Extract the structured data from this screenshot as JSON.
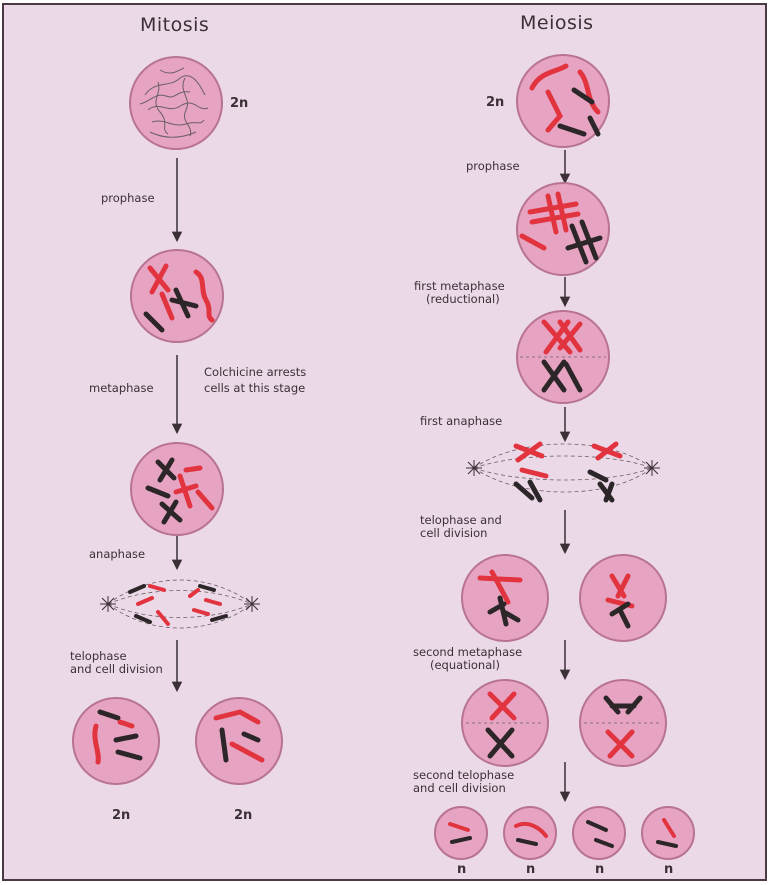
{
  "colors": {
    "background": "#ecd9e8",
    "cell_fill": "#e6a4c2",
    "cell_stroke": "#b7738f",
    "maternal_chromosome": "#e2343f",
    "paternal_chromosome": "#2c2628",
    "arrow": "#3a3036"
  },
  "mitosis": {
    "title": "Mitosis",
    "start_ploidy": "2n",
    "stages": {
      "prophase": "prophase",
      "metaphase": "metaphase",
      "anaphase": "anaphase",
      "telophase": "telophase",
      "telophase_2": "and cell division"
    },
    "note": {
      "line1": "Colchicine arrests",
      "line2": "cells at this stage"
    },
    "daughter_ploidy": [
      "2n",
      "2n"
    ]
  },
  "meiosis": {
    "title": "Meiosis",
    "start_ploidy": "2n",
    "stages": {
      "prophase": "prophase",
      "first_metaphase": "first metaphase",
      "first_metaphase_sub": "(reductional)",
      "first_anaphase": "first anaphase",
      "telophase": "telophase and",
      "telophase_2": "cell division",
      "second_metaphase": "second metaphase",
      "second_metaphase_sub": "(equational)",
      "second_telophase": "second telophase",
      "second_telophase_2": "and cell division"
    },
    "gamete_ploidy": [
      "n",
      "n",
      "n",
      "n"
    ]
  }
}
